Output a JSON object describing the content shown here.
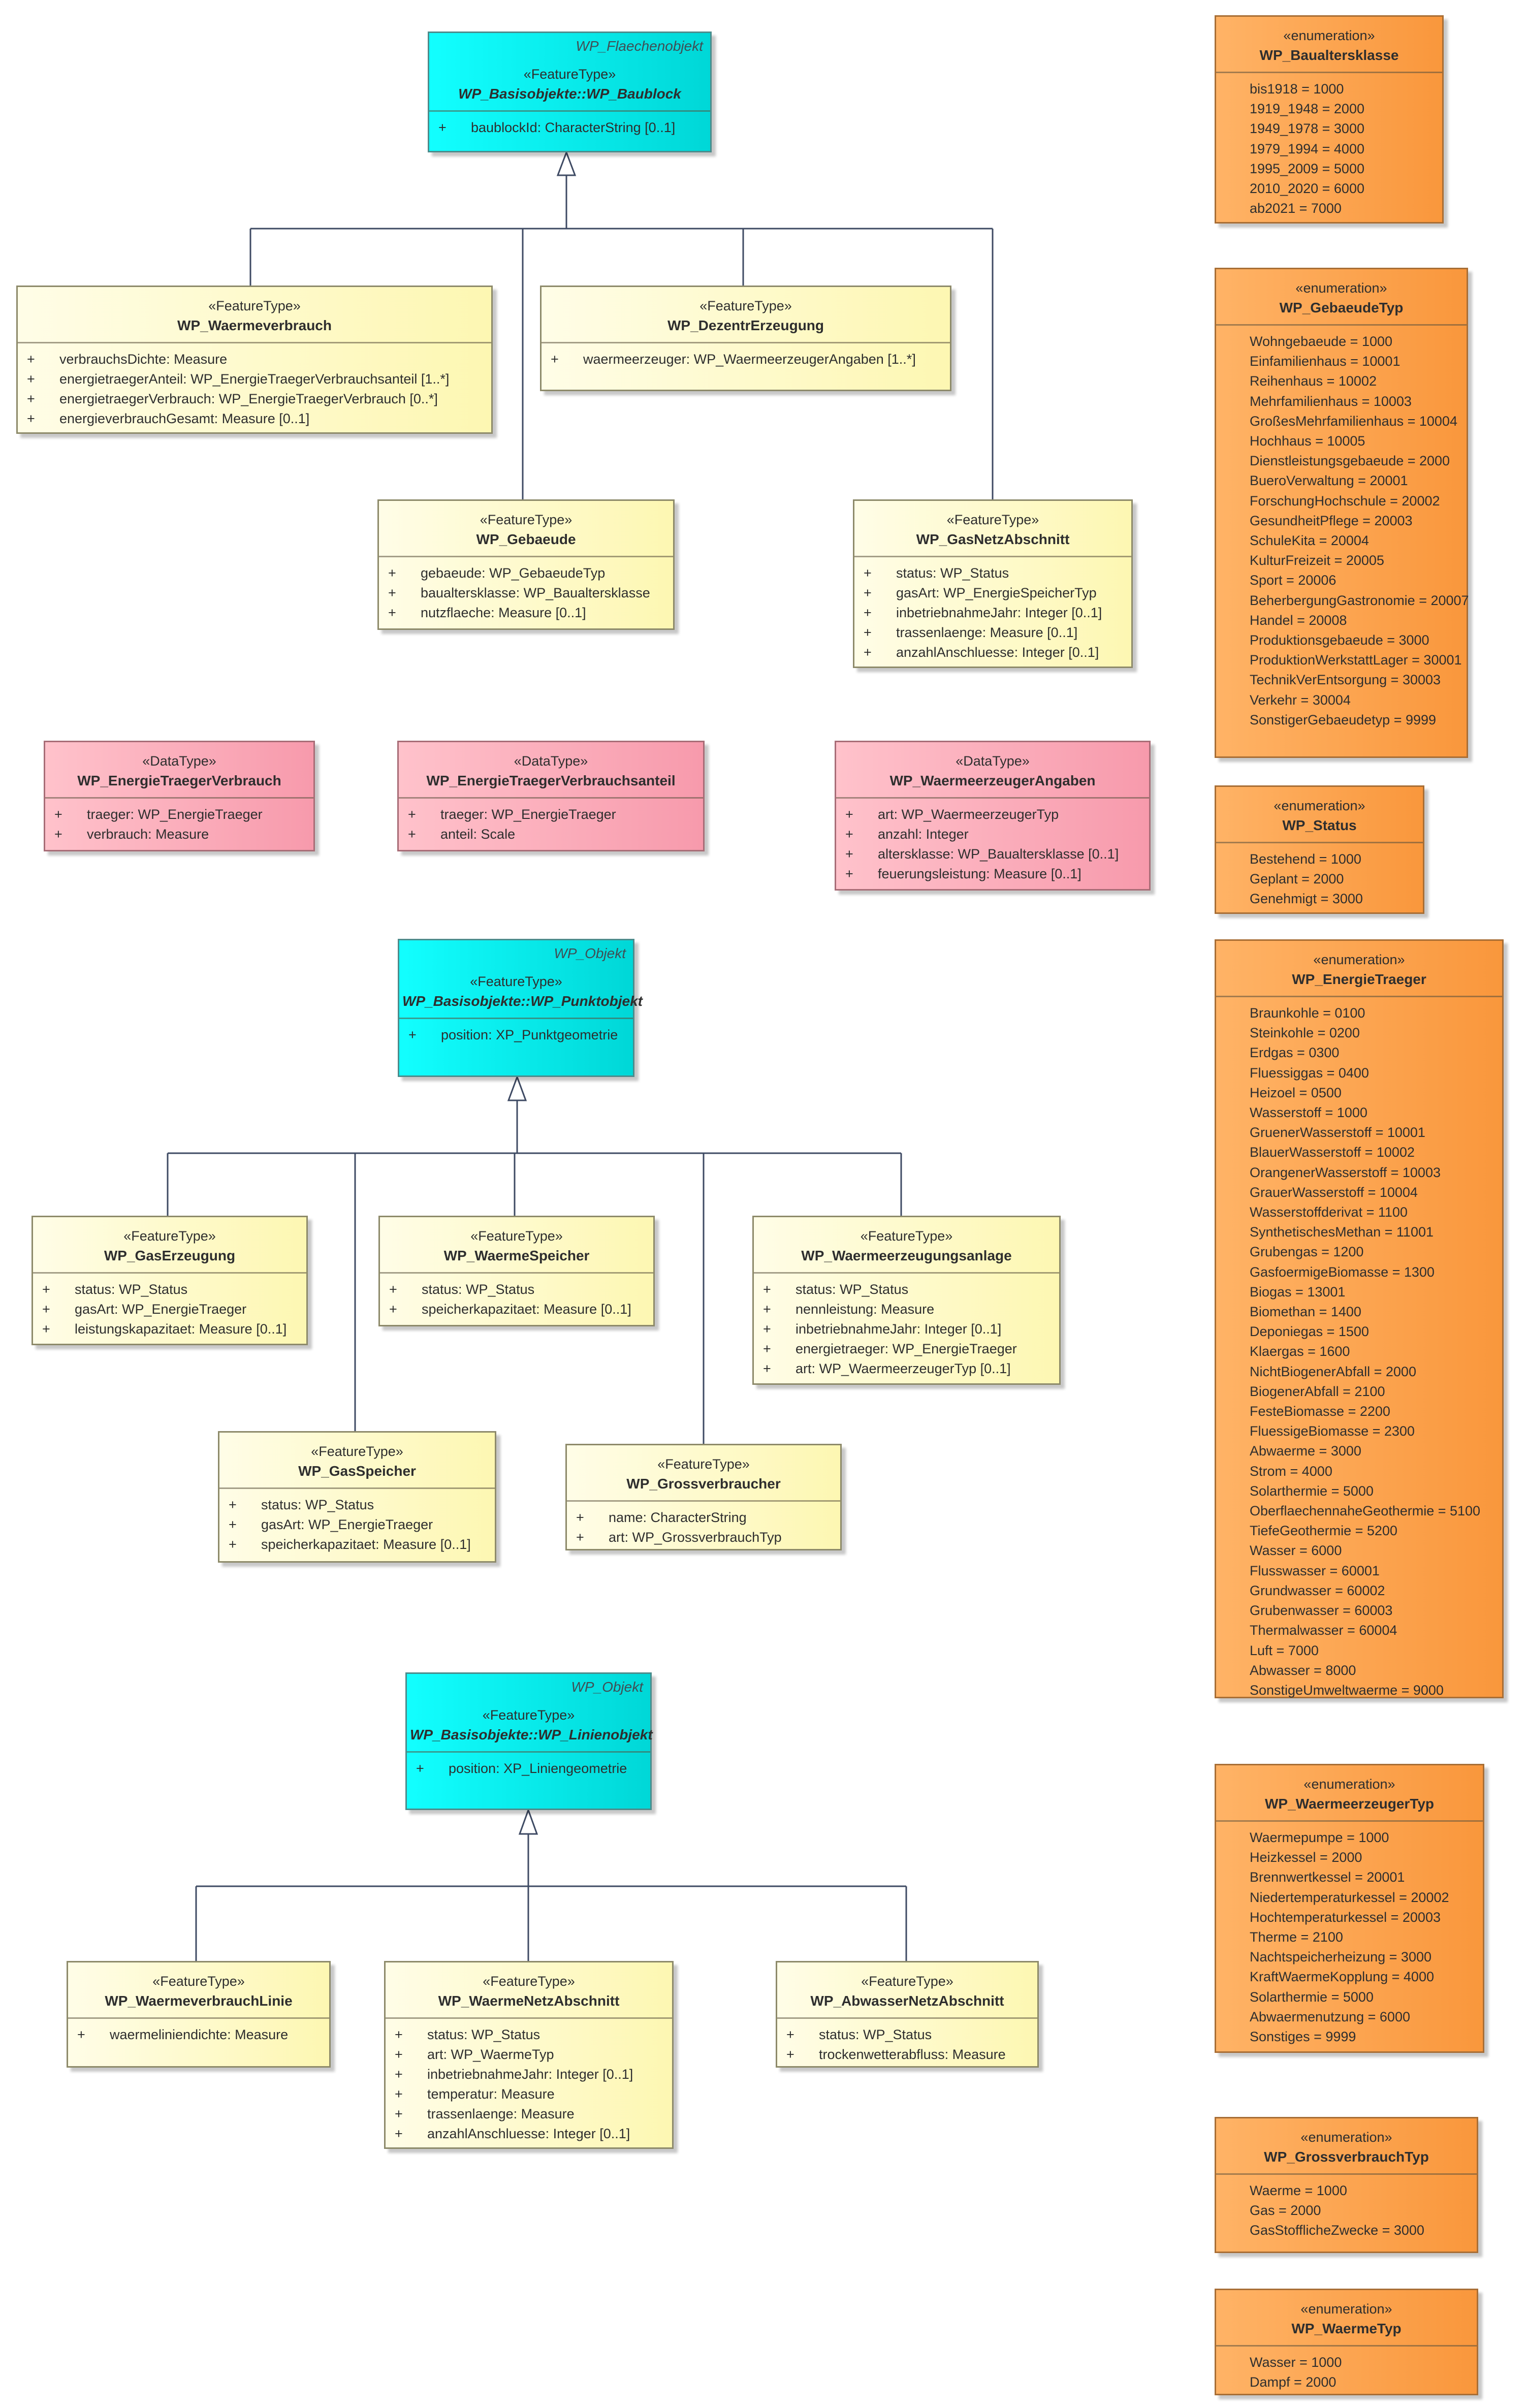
{
  "base_classes": {
    "flaechen": {
      "parent": "WP_Flaechenobjekt",
      "stereotype": "«FeatureType»",
      "name": "WP_Basisobjekte::WP_Baublock",
      "attributes": [
        {
          "vis": "+",
          "text": "baublockId: CharacterString [0..1]"
        }
      ]
    },
    "punkt": {
      "parent": "WP_Objekt",
      "stereotype": "«FeatureType»",
      "name": "WP_Basisobjekte::WP_Punktobjekt",
      "attributes": [
        {
          "vis": "+",
          "text": "position: XP_Punktgeometrie"
        }
      ]
    },
    "linie": {
      "parent": "WP_Objekt",
      "stereotype": "«FeatureType»",
      "name": "WP_Basisobjekte::WP_Linienobjekt",
      "attributes": [
        {
          "vis": "+",
          "text": "position: XP_Liniengeometrie"
        }
      ]
    }
  },
  "feature_types": {
    "waermeverbrauch": {
      "stereotype": "«FeatureType»",
      "name": "WP_Waermeverbrauch",
      "attributes": [
        {
          "vis": "+",
          "text": "verbrauchsDichte: Measure"
        },
        {
          "vis": "+",
          "text": "energietraegerAnteil: WP_EnergieTraegerVerbrauchsanteil [1..*]"
        },
        {
          "vis": "+",
          "text": "energietraegerVerbrauch: WP_EnergieTraegerVerbrauch [0..*]"
        },
        {
          "vis": "+",
          "text": "energieverbrauchGesamt: Measure [0..1]"
        }
      ]
    },
    "dezentr": {
      "stereotype": "«FeatureType»",
      "name": "WP_DezentrErzeugung",
      "attributes": [
        {
          "vis": "+",
          "text": "waermeerzeuger: WP_WaermeerzeugerAngaben [1..*]"
        }
      ]
    },
    "gebaeude": {
      "stereotype": "«FeatureType»",
      "name": "WP_Gebaeude",
      "attributes": [
        {
          "vis": "+",
          "text": "gebaeude: WP_GebaeudeTyp"
        },
        {
          "vis": "+",
          "text": "baualtersklasse: WP_Baualtersklasse"
        },
        {
          "vis": "+",
          "text": "nutzflaeche: Measure [0..1]"
        }
      ]
    },
    "gasnetz": {
      "stereotype": "«FeatureType»",
      "name": "WP_GasNetzAbschnitt",
      "attributes": [
        {
          "vis": "+",
          "text": "status: WP_Status"
        },
        {
          "vis": "+",
          "text": "gasArt: WP_EnergieSpeicherTyp"
        },
        {
          "vis": "+",
          "text": "inbetriebnahmeJahr: Integer [0..1]"
        },
        {
          "vis": "+",
          "text": "trassenlaenge: Measure [0..1]"
        },
        {
          "vis": "+",
          "text": "anzahlAnschluesse: Integer [0..1]"
        }
      ]
    },
    "gaserzeugung": {
      "stereotype": "«FeatureType»",
      "name": "WP_GasErzeugung",
      "attributes": [
        {
          "vis": "+",
          "text": "status: WP_Status"
        },
        {
          "vis": "+",
          "text": "gasArt: WP_EnergieTraeger"
        },
        {
          "vis": "+",
          "text": "leistungskapazitaet: Measure [0..1]"
        }
      ]
    },
    "waermespeicher": {
      "stereotype": "«FeatureType»",
      "name": "WP_WaermeSpeicher",
      "attributes": [
        {
          "vis": "+",
          "text": "status: WP_Status"
        },
        {
          "vis": "+",
          "text": "speicherkapazitaet: Measure [0..1]"
        }
      ]
    },
    "waermeerzeugungsanlage": {
      "stereotype": "«FeatureType»",
      "name": "WP_Waermeerzeugungsanlage",
      "attributes": [
        {
          "vis": "+",
          "text": "status: WP_Status"
        },
        {
          "vis": "+",
          "text": "nennleistung: Measure"
        },
        {
          "vis": "+",
          "text": "inbetriebnahmeJahr: Integer [0..1]"
        },
        {
          "vis": "+",
          "text": "energietraeger: WP_EnergieTraeger"
        },
        {
          "vis": "+",
          "text": "art: WP_WaermeerzeugerTyp [0..1]"
        }
      ]
    },
    "gasspeicher": {
      "stereotype": "«FeatureType»",
      "name": "WP_GasSpeicher",
      "attributes": [
        {
          "vis": "+",
          "text": "status: WP_Status"
        },
        {
          "vis": "+",
          "text": "gasArt: WP_EnergieTraeger"
        },
        {
          "vis": "+",
          "text": "speicherkapazitaet: Measure [0..1]"
        }
      ]
    },
    "grossverbraucher": {
      "stereotype": "«FeatureType»",
      "name": "WP_Grossverbraucher",
      "attributes": [
        {
          "vis": "+",
          "text": "name: CharacterString"
        },
        {
          "vis": "+",
          "text": "art: WP_GrossverbrauchTyp"
        }
      ]
    },
    "waermeverbrauchlinie": {
      "stereotype": "«FeatureType»",
      "name": "WP_WaermeverbrauchLinie",
      "attributes": [
        {
          "vis": "+",
          "text": "waermeliniendichte: Measure"
        }
      ]
    },
    "waermenetz": {
      "stereotype": "«FeatureType»",
      "name": "WP_WaermeNetzAbschnitt",
      "attributes": [
        {
          "vis": "+",
          "text": "status: WP_Status"
        },
        {
          "vis": "+",
          "text": "art: WP_WaermeTyp"
        },
        {
          "vis": "+",
          "text": "inbetriebnahmeJahr: Integer [0..1]"
        },
        {
          "vis": "+",
          "text": "temperatur: Measure"
        },
        {
          "vis": "+",
          "text": "trassenlaenge: Measure"
        },
        {
          "vis": "+",
          "text": "anzahlAnschluesse: Integer [0..1]"
        }
      ]
    },
    "abwassernetz": {
      "stereotype": "«FeatureType»",
      "name": "WP_AbwasserNetzAbschnitt",
      "attributes": [
        {
          "vis": "+",
          "text": "status: WP_Status"
        },
        {
          "vis": "+",
          "text": "trockenwetterabfluss: Measure"
        }
      ]
    }
  },
  "data_types": {
    "energietraegerverbrauch": {
      "stereotype": "«DataType»",
      "name": "WP_EnergieTraegerVerbrauch",
      "attributes": [
        {
          "vis": "+",
          "text": "traeger: WP_EnergieTraeger"
        },
        {
          "vis": "+",
          "text": "verbrauch: Measure"
        }
      ]
    },
    "verbrauchsanteil": {
      "stereotype": "«DataType»",
      "name": "WP_EnergieTraegerVerbrauchsanteil",
      "attributes": [
        {
          "vis": "+",
          "text": "traeger: WP_EnergieTraeger"
        },
        {
          "vis": "+",
          "text": "anteil: Scale"
        }
      ]
    },
    "waermeerzeugerangaben": {
      "stereotype": "«DataType»",
      "name": "WP_WaermeerzeugerAngaben",
      "attributes": [
        {
          "vis": "+",
          "text": "art: WP_WaermeerzeugerTyp"
        },
        {
          "vis": "+",
          "text": "anzahl: Integer"
        },
        {
          "vis": "+",
          "text": "altersklasse: WP_Baualtersklasse [0..1]"
        },
        {
          "vis": "+",
          "text": "feuerungsleistung: Measure [0..1]"
        }
      ]
    }
  },
  "enumerations": {
    "baualtersklasse": {
      "stereotype": "«enumeration»",
      "name": "WP_Baualtersklasse",
      "literals": [
        "bis1918 = 1000",
        "1919_1948 = 2000",
        "1949_1978 = 3000",
        "1979_1994 = 4000",
        "1995_2009 = 5000",
        "2010_2020 = 6000",
        "ab2021 = 7000"
      ]
    },
    "gebaeudetyp": {
      "stereotype": "«enumeration»",
      "name": "WP_GebaeudeTyp",
      "literals": [
        "Wohngebaeude = 1000",
        "Einfamilienhaus = 10001",
        "Reihenhaus = 10002",
        "Mehrfamilienhaus = 10003",
        "GroßesMehrfamilienhaus = 10004",
        "Hochhaus = 10005",
        "Dienstleistungsgebaeude = 2000",
        "BueroVerwaltung = 20001",
        "ForschungHochschule = 20002",
        "GesundheitPflege = 20003",
        "SchuleKita = 20004",
        "KulturFreizeit = 20005",
        "Sport = 20006",
        "BeherbergungGastronomie = 20007",
        "Handel = 20008",
        "Produktionsgebaeude = 3000",
        "ProduktionWerkstattLager = 30001",
        "TechnikVerEntsorgung = 30003",
        "Verkehr = 30004",
        "SonstigerGebaeudetyp = 9999"
      ]
    },
    "status": {
      "stereotype": "«enumeration»",
      "name": "WP_Status",
      "literals": [
        "Bestehend = 1000",
        "Geplant = 2000",
        "Genehmigt = 3000"
      ]
    },
    "energietraeger": {
      "stereotype": "«enumeration»",
      "name": "WP_EnergieTraeger",
      "literals": [
        "Braunkohle = 0100",
        "Steinkohle = 0200",
        "Erdgas = 0300",
        "Fluessiggas = 0400",
        "Heizoel = 0500",
        "Wasserstoff = 1000",
        "GruenerWasserstoff = 10001",
        "BlauerWasserstoff = 10002",
        "OrangenerWasserstoff = 10003",
        "GrauerWasserstoff = 10004",
        "Wasserstoffderivat = 1100",
        "SynthetischesMethan = 11001",
        "Grubengas = 1200",
        "GasfoermigeBiomasse = 1300",
        "Biogas = 13001",
        "Biomethan = 1400",
        "Deponiegas = 1500",
        "Klaergas = 1600",
        "NichtBiogenerAbfall = 2000",
        "BiogenerAbfall = 2100",
        "FesteBiomasse = 2200",
        "FluessigeBiomasse = 2300",
        "Abwaerme = 3000",
        "Strom = 4000",
        "Solarthermie = 5000",
        "OberflaechennaheGeothermie = 5100",
        "TiefeGeothermie = 5200",
        "Wasser = 6000",
        "Flusswasser = 60001",
        "Grundwasser = 60002",
        "Grubenwasser = 60003",
        "Thermalwasser = 60004",
        "Luft = 7000",
        "Abwasser = 8000",
        "SonstigeUmweltwaerme = 9000"
      ]
    },
    "waermeerzeugertyp": {
      "stereotype": "«enumeration»",
      "name": "WP_WaermeerzeugerTyp",
      "literals": [
        "Waermepumpe = 1000",
        "Heizkessel = 2000",
        "Brennwertkessel = 20001",
        "Niedertemperaturkessel = 20002",
        "Hochtemperaturkessel = 20003",
        "Therme = 2100",
        "Nachtspeicherheizung = 3000",
        "KraftWaermeKopplung = 4000",
        "Solarthermie = 5000",
        "Abwaermenutzung = 6000",
        "Sonstiges = 9999"
      ]
    },
    "grossverbrauchtyp": {
      "stereotype": "«enumeration»",
      "name": "WP_GrossverbrauchTyp",
      "literals": [
        "Waerme = 1000",
        "Gas = 2000",
        "GasStofflicheZwecke = 3000"
      ]
    },
    "waermetyp": {
      "stereotype": "«enumeration»",
      "name": "WP_WaermeTyp",
      "literals": [
        "Wasser = 1000",
        "Dampf = 2000"
      ]
    }
  },
  "colors": {
    "feature": "#fdf7b2",
    "datatype": "#f79aac",
    "enumeration": "#f9973c",
    "base": "#00e5e5",
    "connector": "#3e4a63"
  }
}
